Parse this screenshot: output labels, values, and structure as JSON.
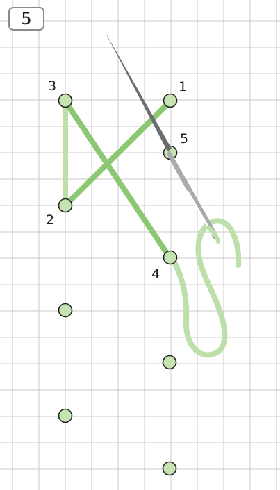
{
  "step_number": "5",
  "points": [
    {
      "label": "1"
    },
    {
      "label": "2"
    },
    {
      "label": "3"
    },
    {
      "label": "4"
    },
    {
      "label": "5"
    }
  ],
  "colors": {
    "grid": "#c9c9c9",
    "stitch_done": "#8cc873",
    "stitch_light": "#bde0aa",
    "hole_fill": "#c5e4b2",
    "hole_stroke": "#222222",
    "needle_dark": "#6b6c70",
    "needle_light": "#a9aaad",
    "step_box_border": "#8a8a8a"
  },
  "icons": [
    "needle-icon",
    "thread"
  ]
}
